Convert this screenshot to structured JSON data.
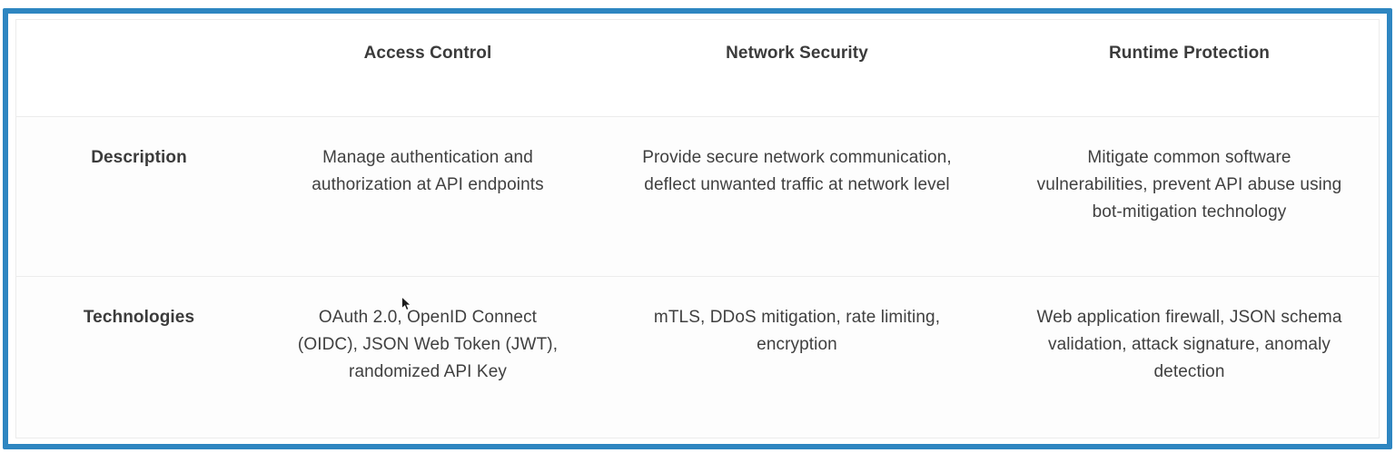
{
  "colors": {
    "frame_border": "#2e86c1",
    "divider": "#ececec",
    "heading_text": "#3b3b3b",
    "body_text": "#404040"
  },
  "table": {
    "header": {
      "row_label": "",
      "access_control": "Access Control",
      "network_security": "Network Security",
      "runtime_protection": "Runtime Protection"
    },
    "rows": {
      "description": {
        "label": "Description",
        "access_control": [
          "Manage authentication and",
          "authorization at API endpoints"
        ],
        "network_security": [
          "Provide secure network communication,",
          "deflect unwanted traffic at network level"
        ],
        "runtime_protection": [
          "Mitigate common software",
          "vulnerabilities, prevent API abuse using",
          "bot-mitigation technology"
        ]
      },
      "technologies": {
        "label": "Technologies",
        "access_control": [
          "OAuth 2.0, OpenID Connect",
          "(OIDC), JSON Web Token (JWT),",
          "randomized API Key"
        ],
        "network_security": [
          "mTLS, DDoS mitigation, rate limiting,",
          "encryption"
        ],
        "runtime_protection": [
          "Web application firewall, JSON schema",
          "validation, attack signature, anomaly",
          "detection"
        ]
      }
    }
  },
  "cursor": {
    "icon": "mouse-pointer"
  }
}
